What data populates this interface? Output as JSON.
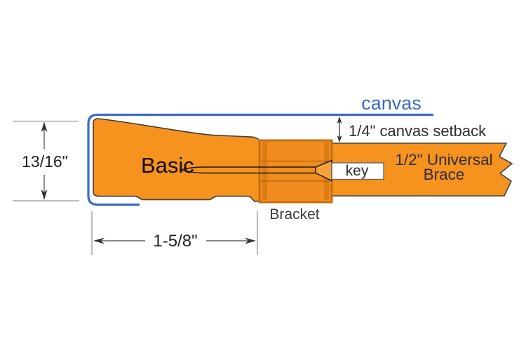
{
  "labels": {
    "canvas": "canvas",
    "setback": "1/4\" canvas setback",
    "brace_line1": "1/2\" Universal",
    "brace_line2": "Brace",
    "key": "key",
    "bracket": "Bracket",
    "profile": "Basic",
    "height_dim": "13/16\"",
    "width_dim": "1-5/8\""
  },
  "colors": {
    "orange": "#F6921E",
    "bracket_fill": "#F08D1E",
    "bracket_border": "#C66F12",
    "bracket_band": "#DB7B13",
    "canvas_blue": "#3A6BC6",
    "outline": "#3A3A3A",
    "label_dark": "#333333",
    "key_wedge": "#F7A339"
  }
}
